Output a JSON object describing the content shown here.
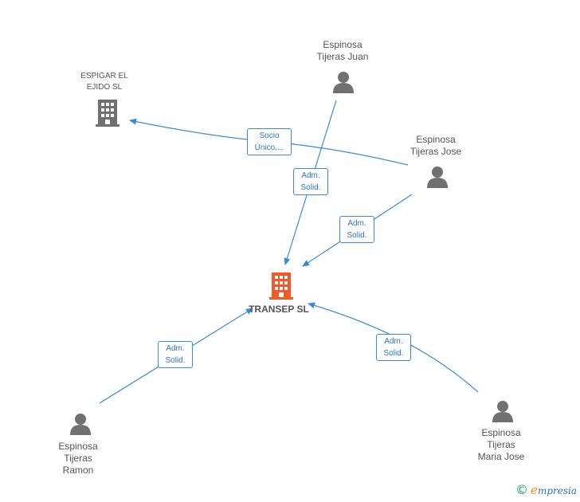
{
  "colors": {
    "edge": "#3c8ad6",
    "person": "#707070",
    "company": "#707070",
    "main_company": "#f05a28",
    "edge_label_text": "#2f74c0"
  },
  "nodes": {
    "espigar": {
      "label": "ESPIGAR EL\nEJIDO SL",
      "icon": "building-icon"
    },
    "transep": {
      "label": "TRANSEP SL",
      "icon": "building-icon"
    },
    "juan": {
      "label": "Espinosa\nTijeras Juan",
      "icon": "person-icon"
    },
    "jose": {
      "label": "Espinosa\nTijeras Jose",
      "icon": "person-icon"
    },
    "ramon": {
      "label": "Espinosa\nTijeras\nRamon",
      "icon": "person-icon"
    },
    "maria": {
      "label": "Espinosa\nTijeras\nMaria Jose",
      "icon": "person-icon"
    }
  },
  "edges": {
    "jose_espigar": {
      "label": "Socio\nÚnico,..."
    },
    "juan_transep": {
      "label": "Adm.\nSolid."
    },
    "jose_transep": {
      "label": "Adm.\nSolid."
    },
    "ramon_transep": {
      "label": "Adm.\nSolid."
    },
    "maria_transep": {
      "label": "Adm.\nSolid."
    }
  },
  "footer": {
    "copyright_symbol": "©",
    "brand_initial": "e",
    "brand_rest": "mpresia"
  }
}
